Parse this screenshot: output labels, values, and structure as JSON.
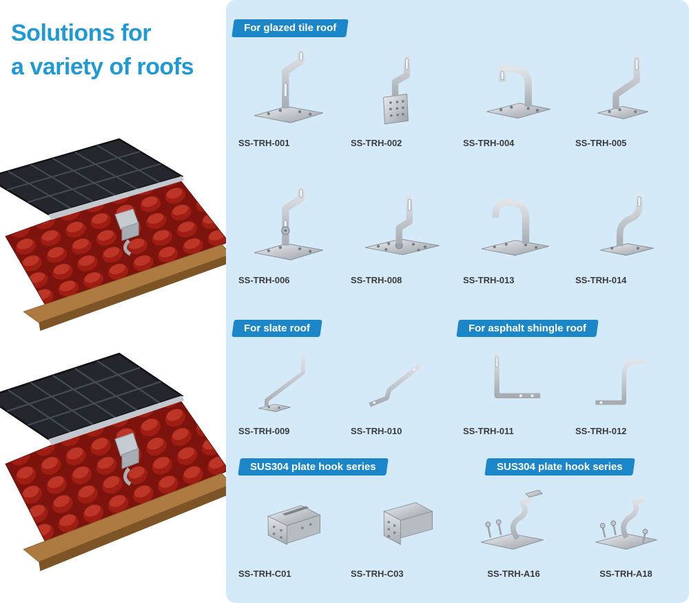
{
  "title": {
    "line1": "Solutions for",
    "line2": "a variety of roofs"
  },
  "colors": {
    "accent": "#1f9ad5",
    "badge_bg": "#1b87c9",
    "panel_bg": "#d5eaf8",
    "label": "#3a3a3a"
  },
  "sections": [
    {
      "badge": "For glazed tile roof",
      "products": [
        "SS-TRH-001",
        "SS-TRH-002",
        "SS-TRH-004",
        "SS-TRH-005",
        "SS-TRH-006",
        "SS-TRH-008",
        "SS-TRH-013",
        "SS-TRH-014"
      ]
    },
    {
      "badge": "For slate roof",
      "products": [
        "SS-TRH-009",
        "SS-TRH-010"
      ]
    },
    {
      "badge": "For asphalt shingle roof",
      "products": [
        "SS-TRH-011",
        "SS-TRH-012"
      ]
    },
    {
      "badge": "SUS304 plate hook series",
      "products": [
        "SS-TRH-C01",
        "SS-TRH-C03"
      ]
    },
    {
      "badge": "SUS304 plate hook series",
      "products": [
        "SS-TRH-A16",
        "SS-TRH-A18"
      ]
    }
  ]
}
